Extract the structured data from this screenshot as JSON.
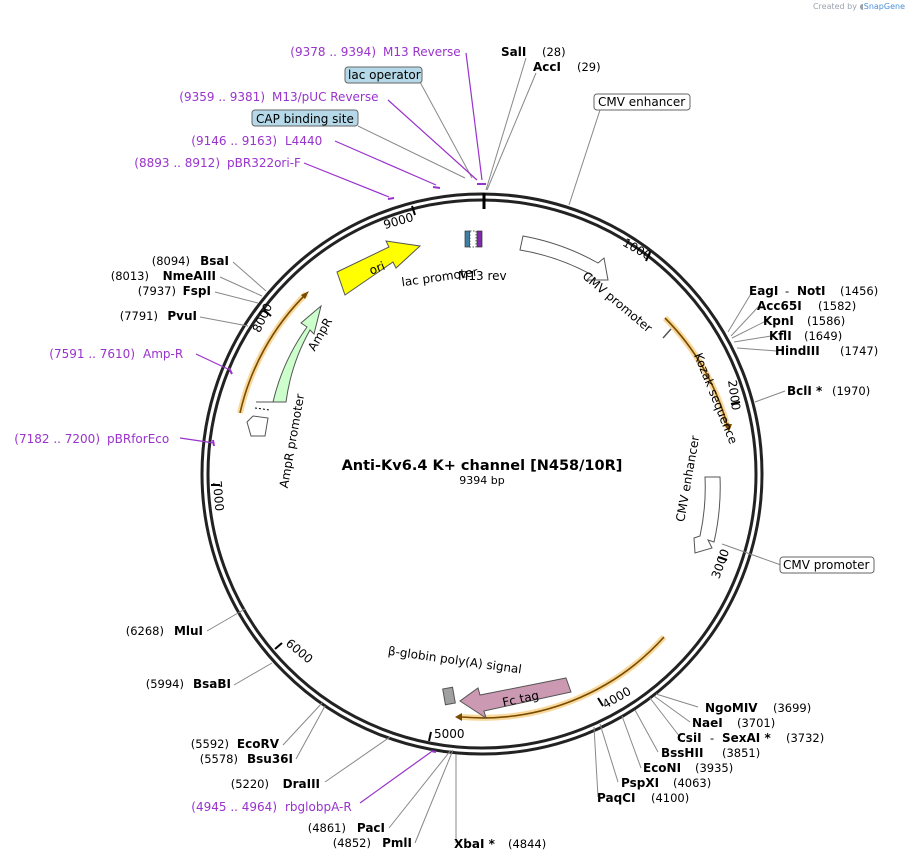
{
  "credit": {
    "prefix": "Created by",
    "brand": "SnapGene"
  },
  "title": "Anti-Kv6.4 K+ channel [N458/10R]",
  "length_label": "9394 bp",
  "ticks": [
    "1000",
    "2000",
    "3000",
    "4000",
    "5000",
    "6000",
    "7000",
    "8000",
    "9000"
  ],
  "sites_right": [
    {
      "name": "SalI",
      "pos": "(28)"
    },
    {
      "name": "AccI",
      "pos": "(29)"
    },
    {
      "name": "EagI",
      "sep": "-",
      "name2": "NotI",
      "pos": "(1456)"
    },
    {
      "name": "Acc65I",
      "pos": "(1582)"
    },
    {
      "name": "KpnI",
      "pos": "(1586)"
    },
    {
      "name": "KflI",
      "pos": "(1649)"
    },
    {
      "name": "HindIII",
      "pos": "(1747)"
    },
    {
      "name": "BclI *",
      "pos": "(1970)"
    },
    {
      "name": "NgoMIV",
      "pos": "(3699)"
    },
    {
      "name": "NaeI",
      "pos": "(3701)"
    },
    {
      "name": "CsiI",
      "sep": "-",
      "name2": "SexAI *",
      "pos": "(3732)"
    },
    {
      "name": "BssHII",
      "pos": "(3851)"
    },
    {
      "name": "EcoNI",
      "pos": "(3935)"
    },
    {
      "name": "PspXI",
      "pos": "(4063)"
    },
    {
      "name": "PaqCI",
      "pos": "(4100)"
    },
    {
      "name": "XbaI *",
      "pos": "(4844)"
    }
  ],
  "sites_left": [
    {
      "name": "BsaI",
      "pos": "(8094)"
    },
    {
      "name": "NmeAIII",
      "pos": "(8013)"
    },
    {
      "name": "FspI",
      "pos": "(7937)"
    },
    {
      "name": "PvuI",
      "pos": "(7791)"
    },
    {
      "name": "MluI",
      "pos": "(6268)"
    },
    {
      "name": "BsaBI",
      "pos": "(5994)"
    },
    {
      "name": "EcoRV",
      "pos": "(5592)"
    },
    {
      "name": "Bsu36I",
      "pos": "(5578)"
    },
    {
      "name": "DraIII",
      "pos": "(5220)"
    },
    {
      "name": "PacI",
      "pos": "(4861)"
    },
    {
      "name": "PmlI",
      "pos": "(4852)"
    }
  ],
  "primers": [
    {
      "range": "(9378 .. 9394)",
      "name": "M13 Reverse"
    },
    {
      "range": "(9359 .. 9381)",
      "name": "M13/pUC Reverse"
    },
    {
      "range": "(9146 .. 9163)",
      "name": "L4440"
    },
    {
      "range": "(8893 .. 8912)",
      "name": "pBR322ori-F"
    },
    {
      "range": "(7591 .. 7610)",
      "name": "Amp-R"
    },
    {
      "range": "(7182 .. 7200)",
      "name": "pBRforEco"
    },
    {
      "range": "(4945 .. 4964)",
      "name": "rbglobpA-R"
    }
  ],
  "boxed_features": [
    {
      "label": "lac operator"
    },
    {
      "label": "CAP binding site"
    },
    {
      "label": "CMV enhancer"
    },
    {
      "label": "CMV promoter"
    }
  ],
  "features": {
    "ori": "ori",
    "lac_promoter": "lac promoter",
    "m13_rev": "M13 rev",
    "ampr": "AmpR",
    "ampr_promoter": "AmpR promoter",
    "cmv_promoter": "CMV promoter",
    "kozak": "Kozak sequence",
    "cmv_enhancer": "CMV enhancer",
    "fc_tag": "Fc tag",
    "polya": "β-globin poly(A) signal"
  },
  "colors": {
    "ori": "#ffff00",
    "ampr": "#ccffcc",
    "fc_tag": "#cc99b2",
    "primer": "#9933cc",
    "orf_highlight": "#f4c05a",
    "boxed_feature": "#b5d9e8"
  }
}
